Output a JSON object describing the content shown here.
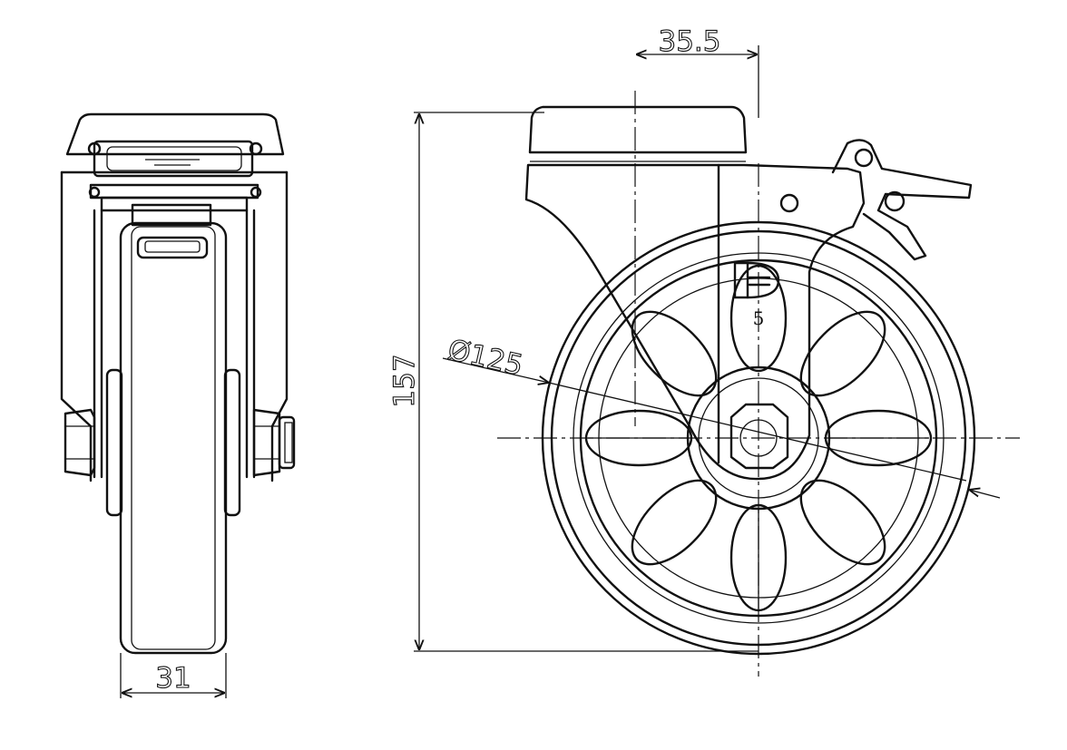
{
  "drawing": {
    "dimensions": {
      "width": "31",
      "height": "157",
      "offset": "35.5",
      "diameter": "Ø125"
    },
    "marking": {
      "logo": "D",
      "number": "5"
    },
    "colors": {
      "line": "#111111",
      "background": "#ffffff"
    }
  }
}
